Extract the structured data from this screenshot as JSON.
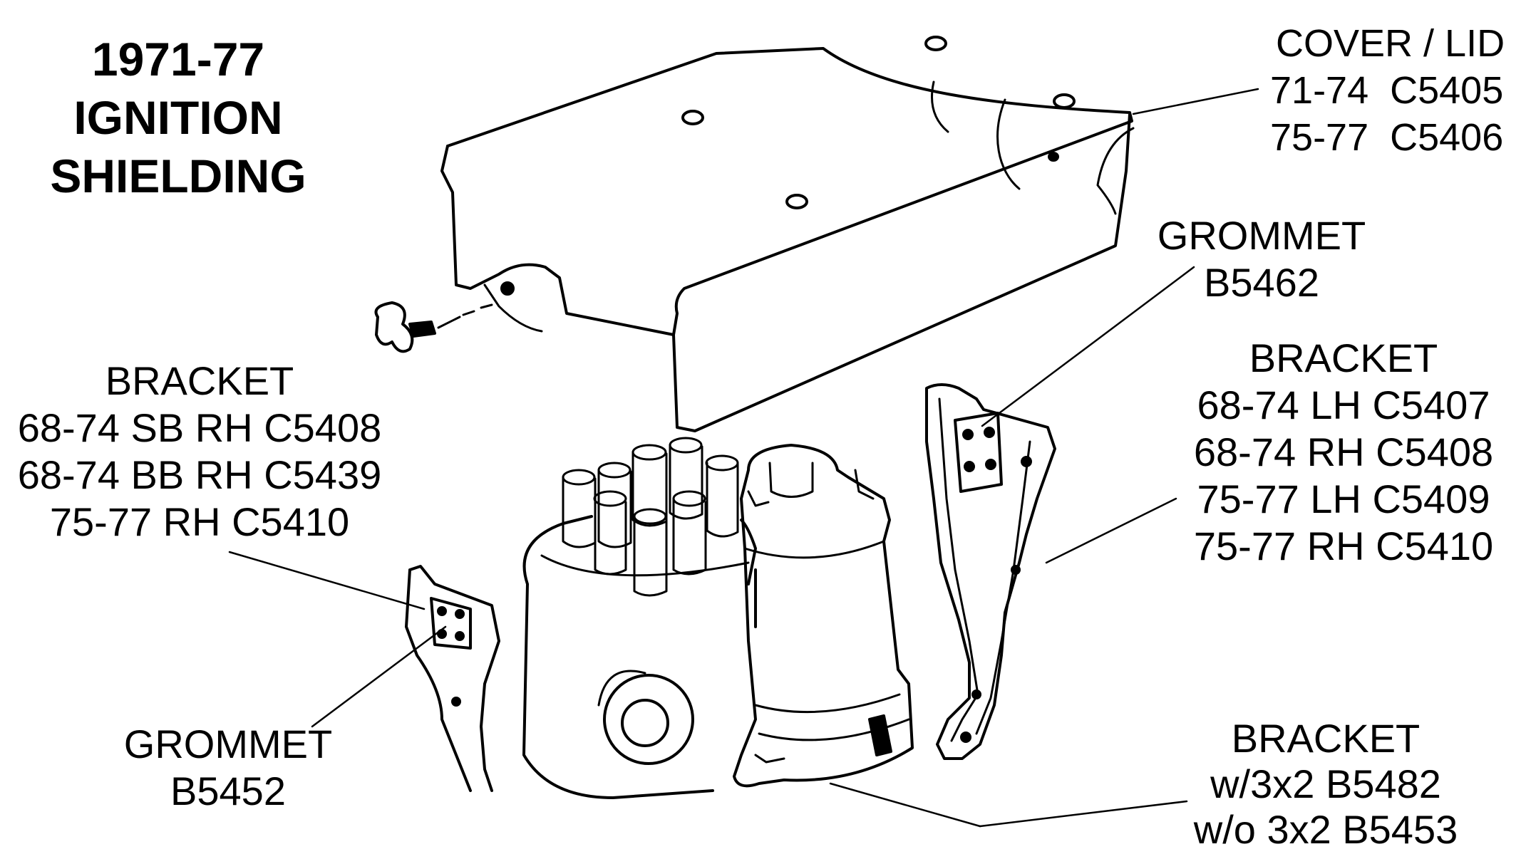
{
  "title": {
    "lines": [
      "1971-77",
      "IGNITION",
      "SHIELDING"
    ]
  },
  "labels": {
    "cover_lid": {
      "lines": [
        "COVER / LID",
        "71-74  C5405",
        "75-77  C5406"
      ]
    },
    "grommet_top": {
      "lines": [
        "GROMMET",
        "B5462"
      ]
    },
    "bracket_right": {
      "lines": [
        "BRACKET",
        "68-74 LH C5407",
        "68-74 RH C5408",
        "75-77 LH C5409",
        "75-77 RH C5410"
      ]
    },
    "bracket_left": {
      "lines": [
        "BRACKET",
        "68-74 SB RH C5408",
        "68-74 BB RH C5439",
        "75-77 RH C5410"
      ]
    },
    "grommet_bottom": {
      "lines": [
        "GROMMET",
        "B5452"
      ]
    },
    "bracket_coil": {
      "lines": [
        "BRACKET",
        "w/3x2 B5482",
        "w/o 3x2 B5453"
      ]
    }
  },
  "colors": {
    "ink": "#000000",
    "paper": "#ffffff"
  }
}
